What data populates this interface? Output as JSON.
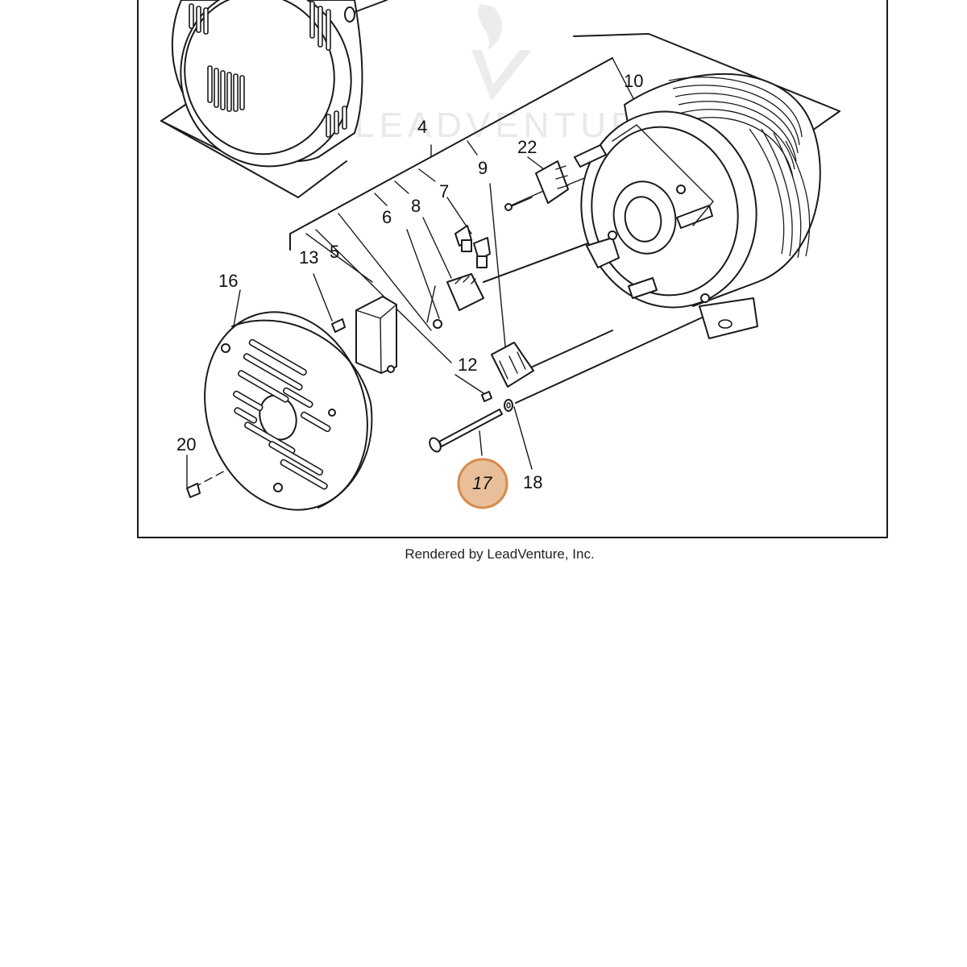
{
  "watermark": {
    "text": "LEADVENTURE"
  },
  "callouts": {
    "c4": "4",
    "c5": "5",
    "c6": "6",
    "c7": "7",
    "c8": "8",
    "c9": "9",
    "c10": "10",
    "c12": "12",
    "c13": "13",
    "c16": "16",
    "c17": "17",
    "c18": "18",
    "c20": "20",
    "c22": "22"
  },
  "highlight": {
    "part_number": "17",
    "color": "#e9bf9a",
    "border_color": "#d98a4b"
  },
  "footer": {
    "credit": "Rendered by LeadVenture, Inc."
  }
}
